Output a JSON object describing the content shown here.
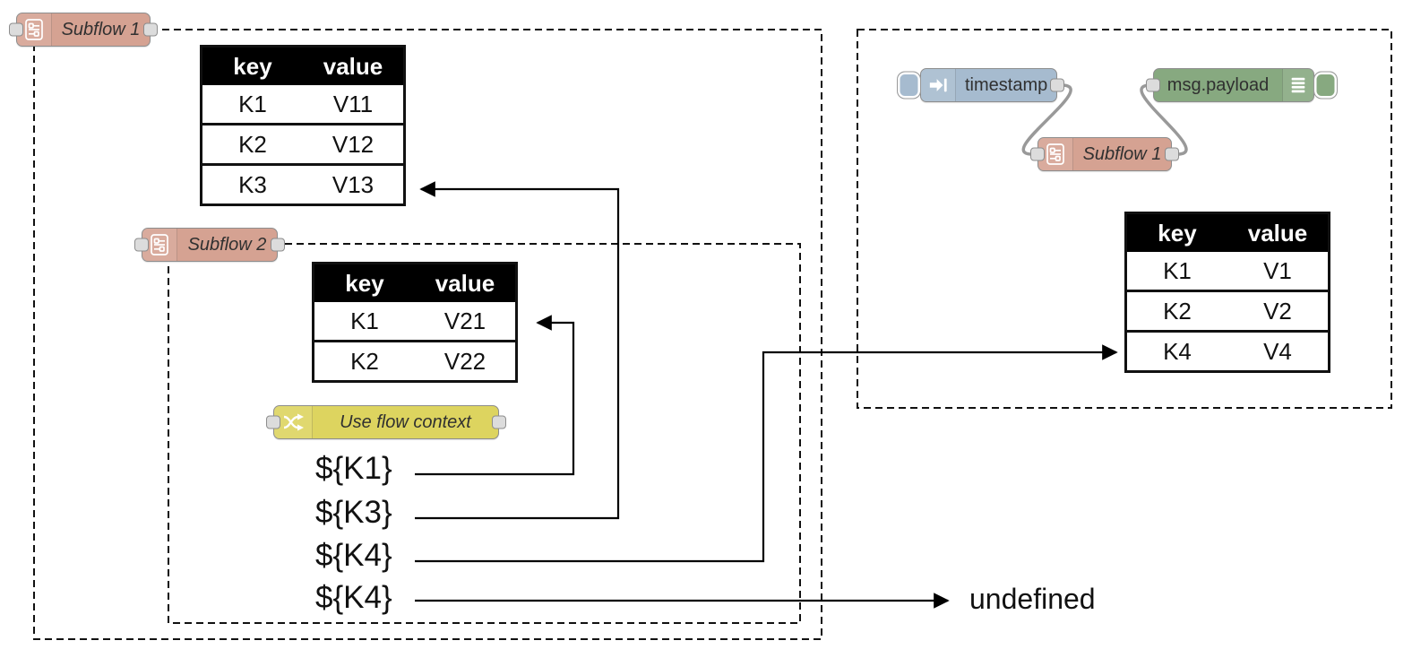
{
  "nodes": {
    "subflow1": {
      "label": "Subflow 1"
    },
    "subflow2": {
      "label": "Subflow 2"
    },
    "change": {
      "label": "Use flow context"
    },
    "inject": {
      "label": "timestamp"
    },
    "debug": {
      "label": "msg.payload"
    },
    "subflow1_instance": {
      "label": "Subflow 1"
    }
  },
  "tables": {
    "subflow1_env": {
      "headers": [
        "key",
        "value"
      ],
      "rows": [
        [
          "K1",
          "V11"
        ],
        [
          "K2",
          "V12"
        ],
        [
          "K3",
          "V13"
        ]
      ]
    },
    "subflow2_env": {
      "headers": [
        "key",
        "value"
      ],
      "rows": [
        [
          "K1",
          "V21"
        ],
        [
          "K2",
          "V22"
        ]
      ]
    },
    "resolved_env": {
      "headers": [
        "key",
        "value"
      ],
      "rows": [
        [
          "K1",
          "V1"
        ],
        [
          "K2",
          "V2"
        ],
        [
          "K4",
          "V4"
        ]
      ]
    }
  },
  "expressions": [
    {
      "text": "${K1}"
    },
    {
      "text": "${K3}"
    },
    {
      "text": "${K4}"
    },
    {
      "text": "${K4}"
    }
  ],
  "result": {
    "undefined_label": "undefined"
  },
  "colors": {
    "subflow_node": "#d5a292",
    "inject_node": "#a6bbcf",
    "debug_node": "#87a980",
    "change_node": "#ddd45f",
    "wire": "#999999",
    "arrow": "#000000",
    "dashed_border": "#111111",
    "table_header_bg": "#000000",
    "table_header_text": "#ffffff"
  }
}
